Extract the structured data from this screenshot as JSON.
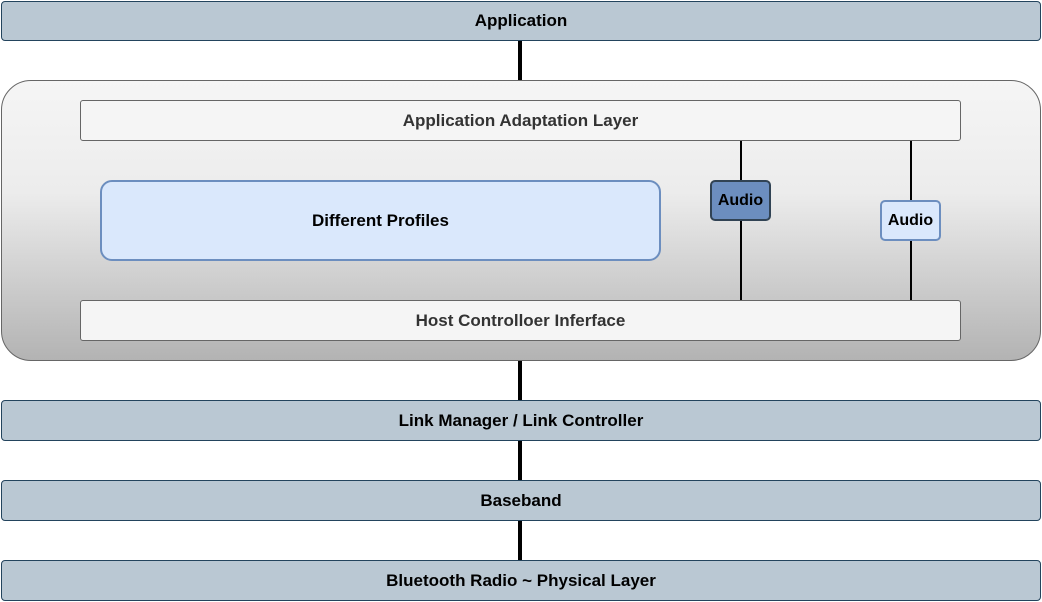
{
  "layers": {
    "application": "Application",
    "adaptation": "Application Adaptation Layer",
    "profiles": "Different Profiles",
    "audio_dark": "Audio",
    "audio_light": "Audio",
    "hci": "Host Controlloer Inferface",
    "link_manager": "Link Manager / Link Controller",
    "baseband": "Baseband",
    "radio": "Bluetooth Radio ~ Physical Layer"
  },
  "colors": {
    "layer_fill": "#bac8d3",
    "layer_stroke": "#23445d",
    "profile_fill": "#dae8fc",
    "profile_stroke": "#6c8ebf",
    "audio_dark_fill": "#6c8ebf",
    "host_stroke": "#666666"
  }
}
